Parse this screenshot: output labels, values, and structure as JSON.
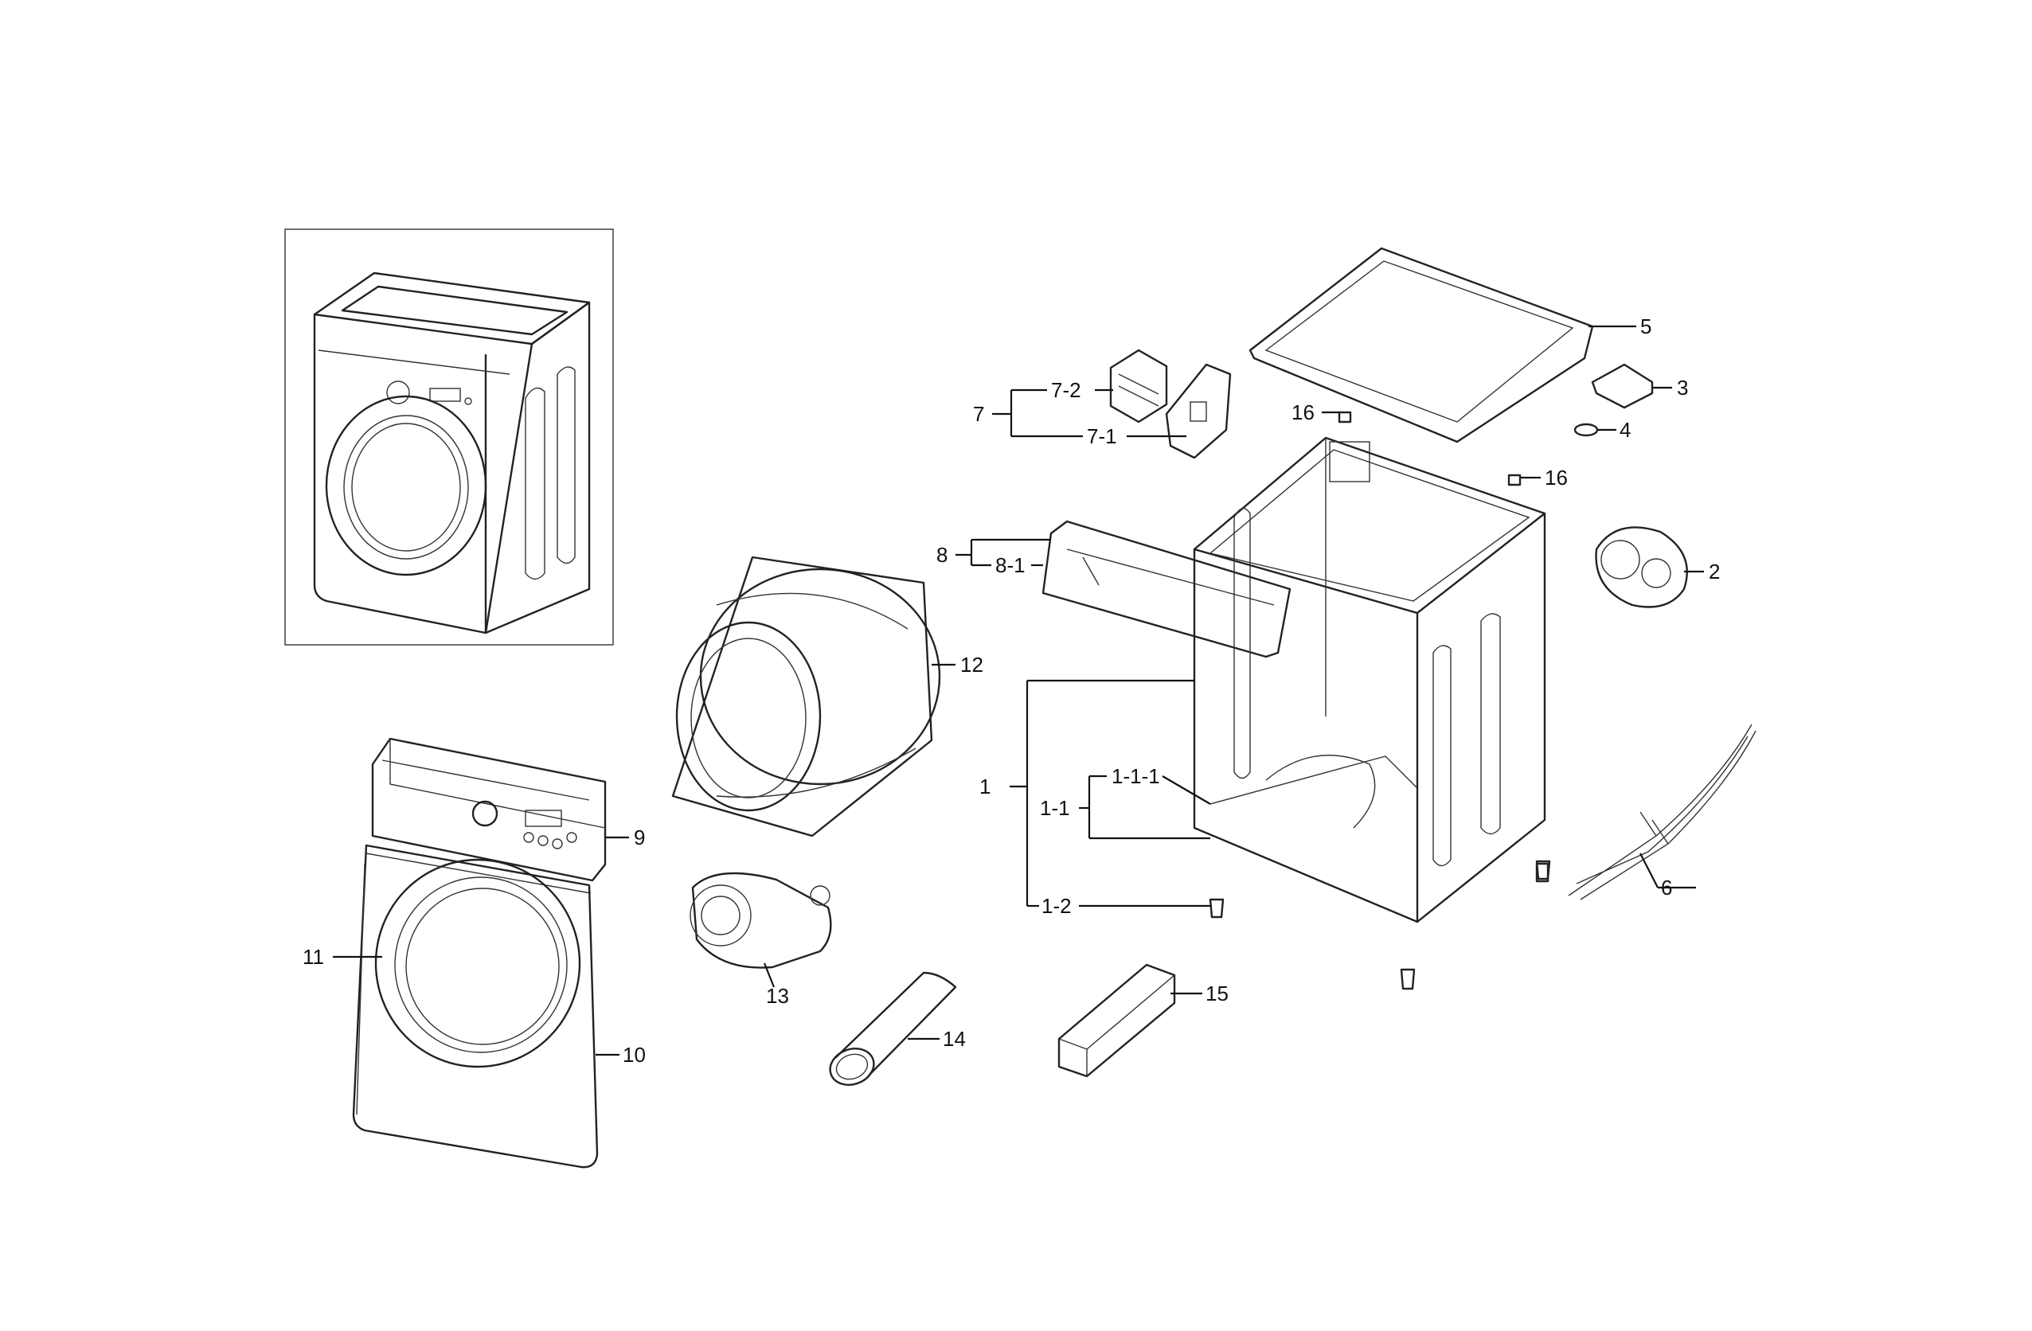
{
  "diagram": {
    "callouts": {
      "c1": "1",
      "c1_1": "1-1",
      "c1_1_1": "1-1-1",
      "c1_2": "1-2",
      "c2": "2",
      "c3": "3",
      "c4": "4",
      "c5": "5",
      "c6": "6",
      "c7": "7",
      "c7_1": "7-1",
      "c7_2": "7-2",
      "c8": "8",
      "c8_1": "8-1",
      "c9": "9",
      "c10": "10",
      "c11": "11",
      "c12": "12",
      "c13": "13",
      "c14": "14",
      "c15": "15",
      "c16a": "16",
      "c16b": "16"
    }
  }
}
